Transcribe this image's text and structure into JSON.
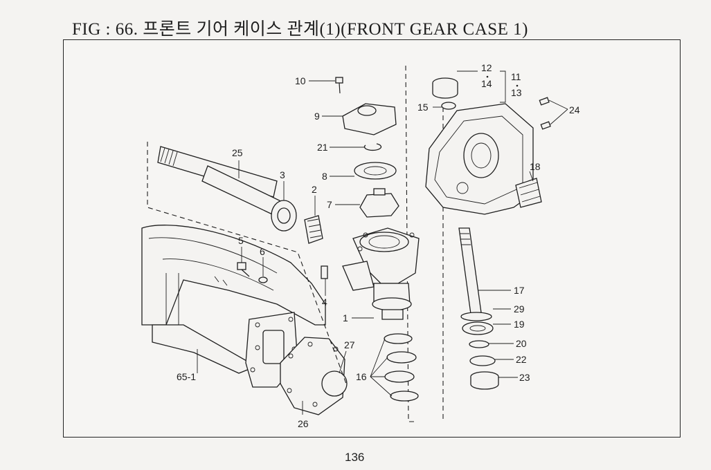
{
  "page": {
    "title": "FIG : 66. 프론트 기어 케이스 관계(1)(FRONT GEAR CASE 1)",
    "page_number": "136"
  },
  "labels": {
    "l1": "1",
    "l2": "2",
    "l3": "3",
    "l4": "4",
    "l5": "5",
    "l6": "6",
    "l7": "7",
    "l8": "8",
    "l9": "9",
    "l10": "10",
    "l11": "11",
    "l12": "12",
    "l13": "13",
    "l14": "14",
    "l15": "15",
    "l16": "16",
    "l17": "17",
    "l18": "18",
    "l19": "19",
    "l20": "20",
    "l21": "21",
    "l22": "22",
    "l23": "23",
    "l24": "24",
    "l25": "25",
    "l26": "26",
    "l27": "27",
    "l29": "29",
    "l65": "65-1"
  }
}
